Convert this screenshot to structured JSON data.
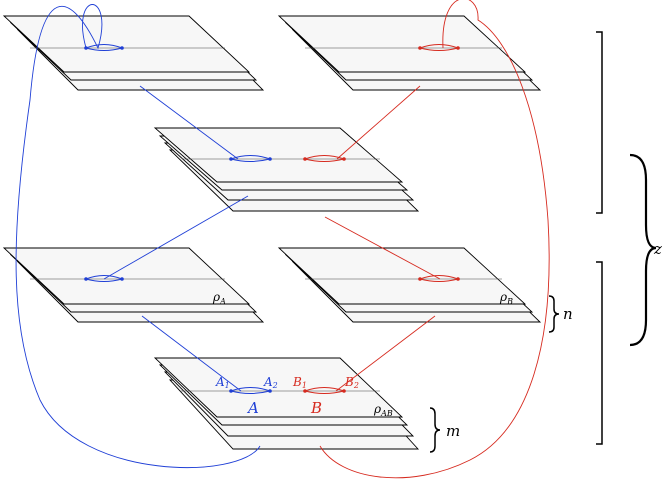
{
  "colors": {
    "blue": "#1f3fd6",
    "red": "#d62a1f",
    "sheet": "#f7f7f7",
    "ink": "#000000"
  },
  "labels": {
    "rho_A": {
      "base": "ρ",
      "sub": "A"
    },
    "rho_B": {
      "base": "ρ",
      "sub": "B"
    },
    "rho_AB": {
      "base": "ρ",
      "sub": "AB"
    },
    "A1": {
      "base": "A",
      "sub": "1"
    },
    "A2": {
      "base": "A",
      "sub": "2"
    },
    "B1": {
      "base": "B",
      "sub": "1"
    },
    "B2": {
      "base": "B",
      "sub": "2"
    },
    "A": "A",
    "B": "B",
    "n": "n",
    "m": "m",
    "z": "z"
  }
}
